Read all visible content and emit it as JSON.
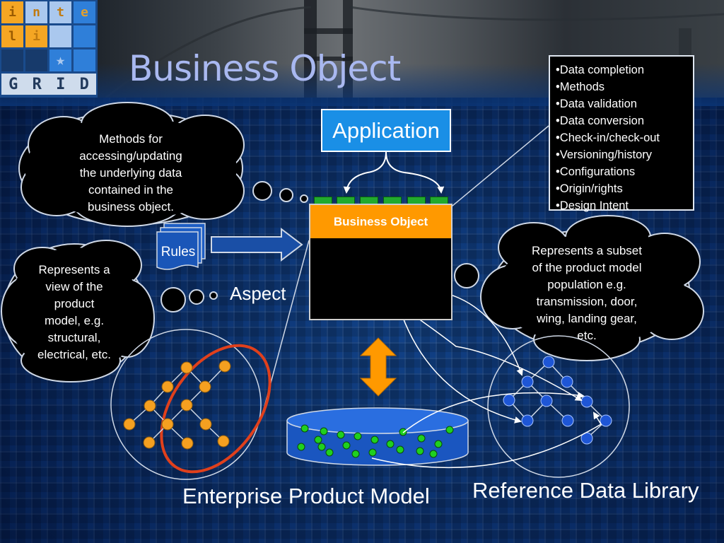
{
  "title": "Business Object",
  "logo": {
    "cells": [
      "i",
      "n",
      "t",
      "e",
      "l",
      "i",
      "",
      "",
      "",
      "",
      "★",
      ""
    ],
    "word": [
      "G",
      "R",
      "I",
      "D"
    ],
    "colors": {
      "orange": "#f5a623",
      "light_blue": "#aac8ee",
      "blue": "#2f7fd9",
      "dark": "#173a6b"
    }
  },
  "application_label": "Application",
  "business_object_label": "Business Object",
  "features": [
    "•Data completion",
    "•Methods",
    "•Data validation",
    "•Data conversion",
    "•Check-in/check-out",
    "•Versioning/history",
    "•Configurations",
    "•Origin/rights",
    "•Design Intent"
  ],
  "bubbles": {
    "methods": [
      "Methods for",
      "accessing/updating",
      "the underlying data",
      "contained in the",
      "business object."
    ],
    "view": [
      "Represents a",
      "view of the",
      "product",
      "model, e.g.",
      "structural,",
      "electrical, etc."
    ],
    "subset": [
      "Represents a subset",
      "of the product model",
      "population  e.g.",
      "transmission, door,",
      "wing, landing gear,",
      "etc."
    ]
  },
  "rules_label": "Rules",
  "aspect_label": "Aspect",
  "enterprise_label": "Enterprise Product Model",
  "reference_label": "Reference Data Library",
  "colors": {
    "background": "#0b3575",
    "application_fill": "#1a8fe6",
    "business_header": "#ff9900",
    "port_green": "#22aa2e",
    "node_orange": "#f5a020",
    "node_blue": "#1e56d6",
    "dot_green": "#1fd01f",
    "aspect_ring": "#e0401c",
    "double_arrow": "#ff9900"
  }
}
